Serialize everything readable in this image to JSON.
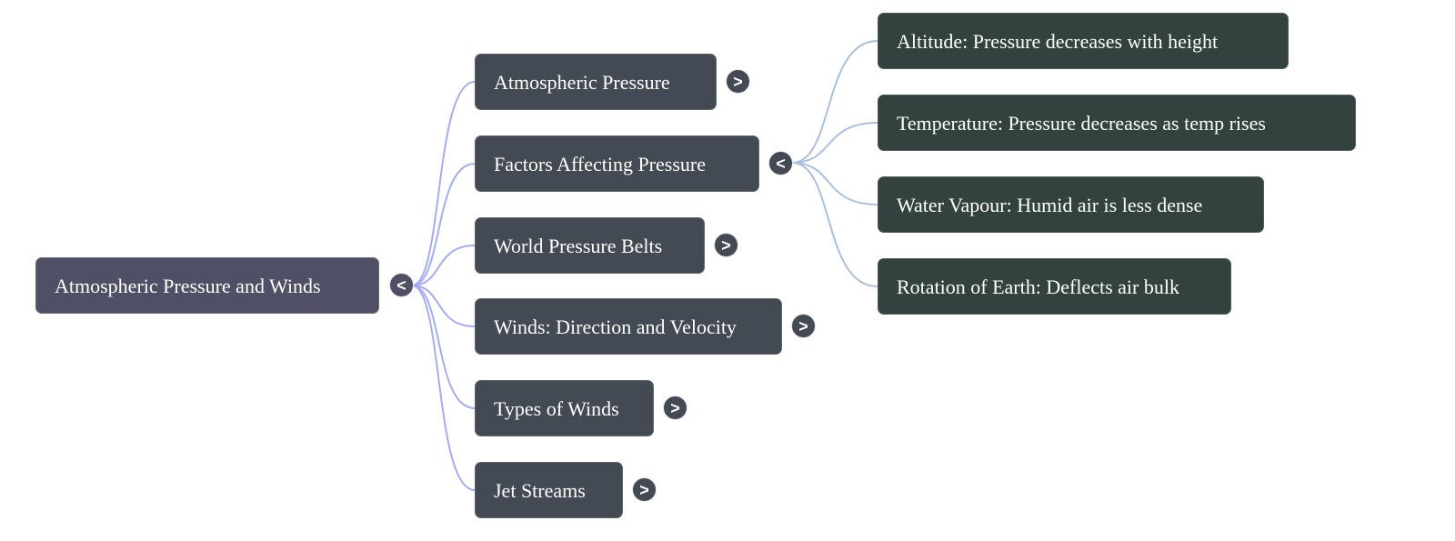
{
  "root": {
    "label": "Atmospheric Pressure and Winds",
    "toggle": "<",
    "state": "expanded"
  },
  "colors": {
    "root_fill": "#4f5066",
    "level1_fill": "#444a53",
    "level2_fill": "#33423e",
    "root_link": "#a3acf5",
    "level2_link": "#a9c0e0",
    "text": "#ffffff"
  },
  "branches": [
    {
      "label": "Atmospheric Pressure",
      "toggle": ">",
      "state": "collapsed"
    },
    {
      "label": "Factors Affecting Pressure",
      "toggle": "<",
      "state": "expanded",
      "children": [
        {
          "label": "Altitude: Pressure decreases with height"
        },
        {
          "label": "Temperature: Pressure decreases as temp rises"
        },
        {
          "label": "Water Vapour: Humid air is less dense"
        },
        {
          "label": "Rotation of Earth: Deflects air bulk"
        }
      ]
    },
    {
      "label": "World Pressure Belts",
      "toggle": ">",
      "state": "collapsed"
    },
    {
      "label": "Winds: Direction and Velocity",
      "toggle": ">",
      "state": "collapsed"
    },
    {
      "label": "Types of Winds",
      "toggle": ">",
      "state": "collapsed"
    },
    {
      "label": "Jet Streams",
      "toggle": ">",
      "state": "collapsed"
    }
  ]
}
